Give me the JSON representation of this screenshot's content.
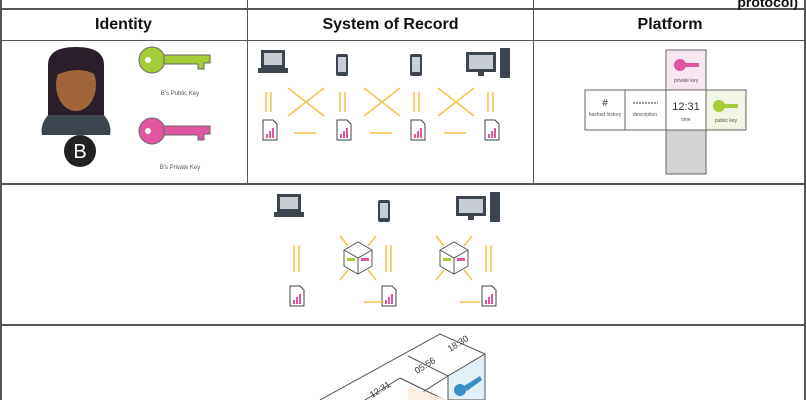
{
  "top_row": {
    "partial_text": "protocol)"
  },
  "headers": [
    "Identity",
    "System of Record",
    "Platform"
  ],
  "identity": {
    "avatar_letter": "B",
    "public_key_label": "B's Public Key",
    "private_key_label": "B's Private Key"
  },
  "platform": {
    "private_key_label": "private key",
    "hash_symbol": "#",
    "hashed_history_label": "hashed history",
    "description_label": "description",
    "time_value": "12:31",
    "time_label": "time",
    "public_key_label": "public key"
  },
  "chain": {
    "times": [
      "12:31",
      "05:56",
      "18:30"
    ]
  },
  "colors": {
    "public_key": "#a4cd39",
    "private_key": "#e0559f",
    "arrow": "#f5c24a",
    "device": "#3d4650",
    "chain_key": "#3a8fc9"
  }
}
